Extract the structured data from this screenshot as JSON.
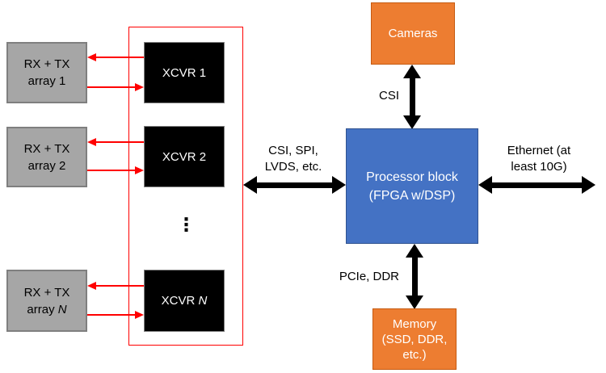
{
  "colors": {
    "gray_fill": "#a6a6a6",
    "gray_border": "#7f7f7f",
    "black_fill": "#000000",
    "blue_fill": "#4472c4",
    "orange_fill": "#ed7d31",
    "orange_border": "#c55a11",
    "red": "#ff0000",
    "arrow_black": "#000000",
    "bg": "#ffffff"
  },
  "left_panel": {
    "rows": [
      {
        "array_line1": "RX + TX",
        "array_word": "array",
        "xcvr_word": "XCVR",
        "num": "1"
      },
      {
        "array_line1": "RX + TX",
        "array_word": "array",
        "xcvr_word": "XCVR",
        "num": "2"
      },
      {
        "array_line1": "RX + TX",
        "array_word": "array",
        "xcvr_word": "XCVR",
        "num": "N"
      }
    ],
    "ellipsis": "⋮"
  },
  "cameras": {
    "label": "Cameras"
  },
  "processor": {
    "line1": "Processor block",
    "line2": "(FPGA w/DSP)"
  },
  "memory": {
    "line1": "Memory",
    "line2": "(SSD, DDR,",
    "line3": "etc.)"
  },
  "labels": {
    "csi_bus_line1": "CSI, SPI,",
    "csi_bus_line2": "LVDS, etc.",
    "ethernet_line1": "Ethernet (at",
    "ethernet_line2": "least 10G)",
    "csi": "CSI",
    "pcie": "PCIe, DDR"
  }
}
